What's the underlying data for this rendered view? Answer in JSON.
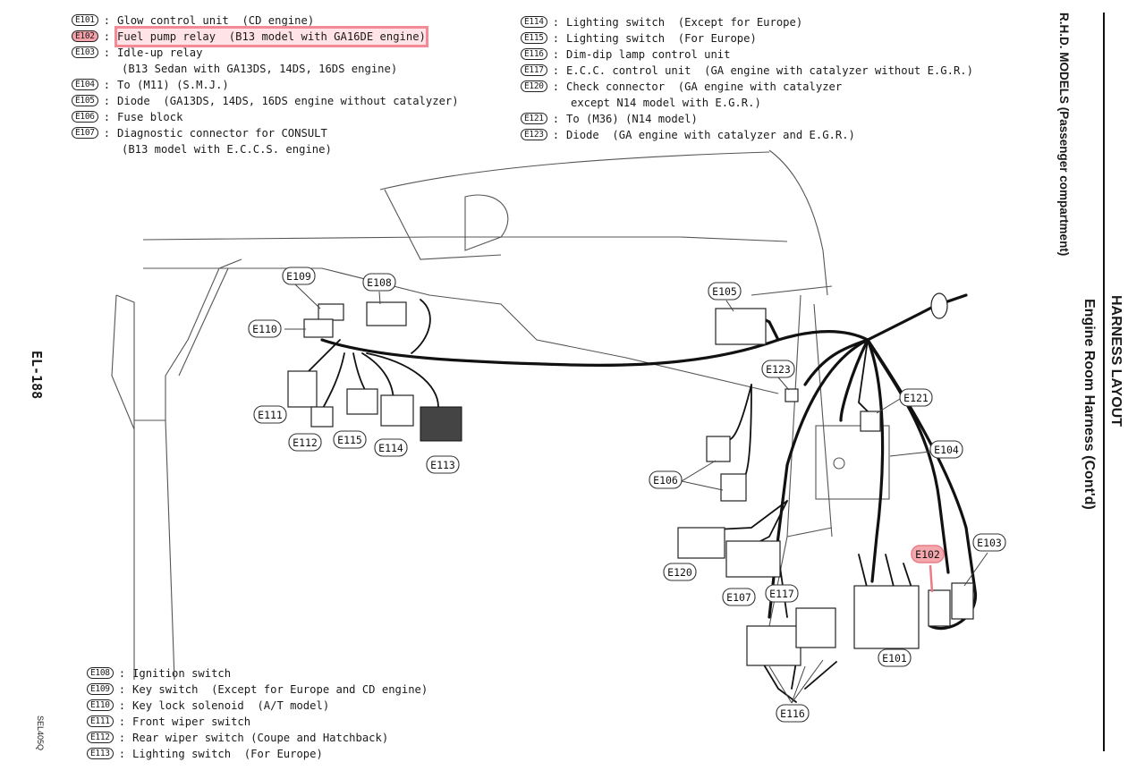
{
  "header": {
    "title": "HARNESS LAYOUT",
    "subtitle": "Engine Room Harness (Cont'd)",
    "side_title": "R.H.D. MODELS (Passenger compartment)"
  },
  "page_number": "EL-188",
  "figure_code": "SEL405Q",
  "legend_top_left": [
    {
      "code": "E101",
      "text": "Glow control unit  (CD engine)"
    },
    {
      "code": "E102",
      "text": "Fuel pump relay  (B13 model with GA16DE engine)",
      "highlighted": true
    },
    {
      "code": "E103",
      "text": "Idle-up relay",
      "cont": "(B13 Sedan with GA13DS, 14DS, 16DS engine)"
    },
    {
      "code": "E104",
      "text": "To (M11) (S.M.J.)"
    },
    {
      "code": "E105",
      "text": "Diode  (GA13DS, 14DS, 16DS engine without catalyzer)"
    },
    {
      "code": "E106",
      "text": "Fuse block"
    },
    {
      "code": "E107",
      "text": "Diagnostic connector for CONSULT",
      "cont": "(B13 model with E.C.C.S. engine)"
    }
  ],
  "legend_top_right": [
    {
      "code": "E114",
      "text": "Lighting switch  (Except for Europe)"
    },
    {
      "code": "E115",
      "text": "Lighting switch  (For Europe)"
    },
    {
      "code": "E116",
      "text": "Dim-dip lamp control unit"
    },
    {
      "code": "E117",
      "text": "E.C.C. control unit  (GA engine with catalyzer without E.G.R.)"
    },
    {
      "code": "E120",
      "text": "Check connector  (GA engine with catalyzer",
      "cont": "except N14 model with E.G.R.)"
    },
    {
      "code": "E121",
      "text": "To (M36) (N14 model)"
    },
    {
      "code": "E123",
      "text": "Diode  (GA engine with catalyzer and E.G.R.)"
    }
  ],
  "legend_bottom": [
    {
      "code": "E108",
      "text": "Ignition switch"
    },
    {
      "code": "E109",
      "text": "Key switch  (Except for Europe and CD engine)"
    },
    {
      "code": "E110",
      "text": "Key lock solenoid  (A/T model)"
    },
    {
      "code": "E111",
      "text": "Front wiper switch"
    },
    {
      "code": "E112",
      "text": "Rear wiper switch (Coupe and Hatchback)"
    },
    {
      "code": "E113",
      "text": "Lighting switch  (For Europe)"
    }
  ],
  "diagram_labels": {
    "e101": "E101",
    "e102": "E102",
    "e103": "E103",
    "e104": "E104",
    "e105": "E105",
    "e106": "E106",
    "e107": "E107",
    "e108": "E108",
    "e109": "E109",
    "e110": "E110",
    "e111": "E111",
    "e112": "E112",
    "e113": "E113",
    "e114": "E114",
    "e115": "E115",
    "e116": "E116",
    "e117": "E117",
    "e120": "E120",
    "e121": "E121",
    "e123": "E123"
  },
  "colors": {
    "highlight": "#f4a8ad",
    "highlight_border": "#ea7b86",
    "ink": "#111111"
  }
}
